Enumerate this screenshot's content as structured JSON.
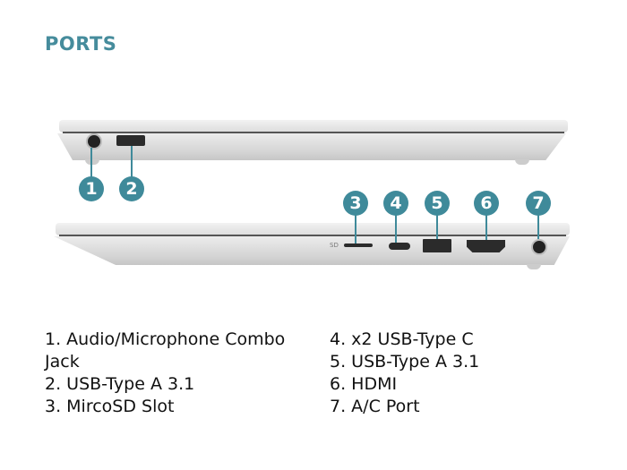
{
  "title": "PORTS",
  "callouts": [
    "1",
    "2",
    "3",
    "4",
    "5",
    "6",
    "7"
  ],
  "port_labels": {
    "sd": "SD"
  },
  "left_column": [
    "1. Audio/Microphone Combo",
    "Jack",
    "2. USB-Type A 3.1",
    "3. MircoSD Slot"
  ],
  "right_column": [
    "4. x2 USB-Type C",
    "5. USB-Type A 3.1",
    "6. HDMI",
    "7. A/C Port"
  ],
  "accent": "#3f8a9a"
}
